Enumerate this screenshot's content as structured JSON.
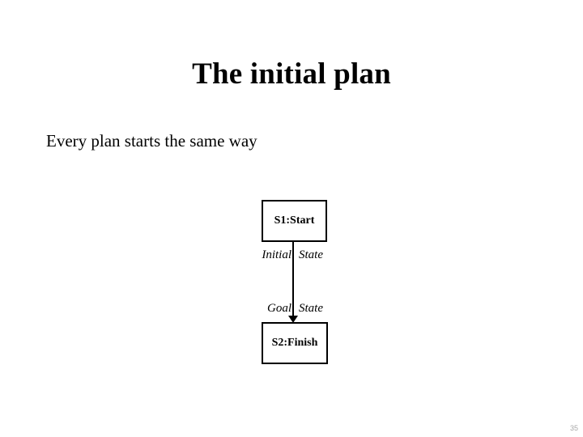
{
  "slide": {
    "title": "The initial plan",
    "body_line": "Every plan starts the same way",
    "page_number": "35",
    "colors": {
      "background": "#ffffff",
      "text": "#000000",
      "box_border": "#000000",
      "link": "#000000",
      "page_number": "#a8a8a8"
    }
  },
  "diagram": {
    "type": "plan-step-ordering",
    "nodes": [
      {
        "id": "S1",
        "label": "S1:Start"
      },
      {
        "id": "S2",
        "label": "S2:Finish"
      }
    ],
    "link": {
      "from": "S1",
      "to": "S2",
      "direction": "down",
      "arrowhead": "filled-triangle"
    },
    "edge_labels": {
      "initial_left": "Initial",
      "initial_right": "State",
      "goal_left": "Goal",
      "goal_right": "State"
    }
  }
}
